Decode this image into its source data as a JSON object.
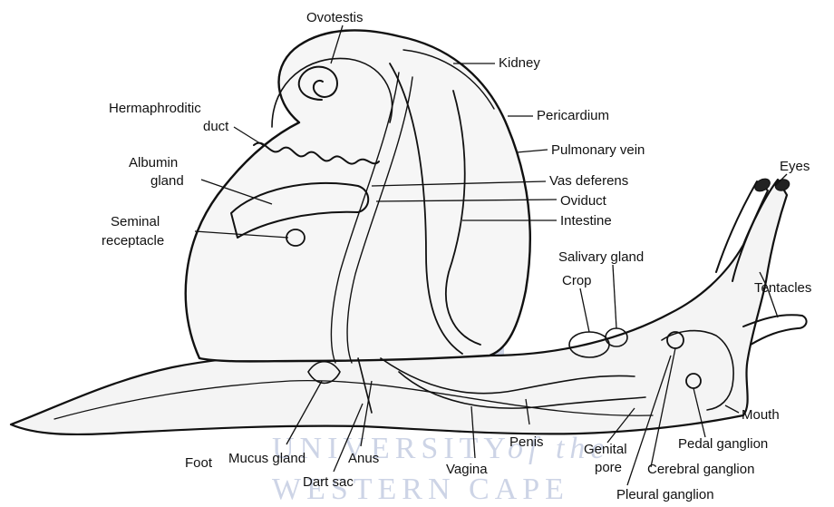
{
  "colors": {
    "ink": "#111111",
    "paper": "#ffffff",
    "watermark": "#1f3f8f"
  },
  "watermark": {
    "line1": "UNIVERSITY",
    "line1_suffix": "of the",
    "line2": "WESTERN CAPE"
  },
  "labels": {
    "ovotestis": "Ovotestis",
    "kidney": "Kidney",
    "hermaphroditic_1": "Hermaphroditic",
    "hermaphroditic_2": "duct",
    "pericardium": "Pericardium",
    "pulmonary_vein": "Pulmonary vein",
    "albumin_1": "Albumin",
    "albumin_2": "gland",
    "eyes": "Eyes",
    "vas_deferens": "Vas deferens",
    "oviduct": "Oviduct",
    "seminal_1": "Seminal",
    "seminal_2": "receptacle",
    "intestine": "Intestine",
    "salivary_gland": "Salivary gland",
    "crop": "Crop",
    "tentacles": "Tentacles",
    "mouth": "Mouth",
    "foot": "Foot",
    "mucus_gland": "Mucus gland",
    "anus": "Anus",
    "penis": "Penis",
    "genital_1": "Genital",
    "genital_2": "pore",
    "pedal_ganglion": "Pedal ganglion",
    "dart_sac": "Dart sac",
    "vagina": "Vagina",
    "cerebral_ganglion": "Cerebral ganglion",
    "pleural_ganglion": "Pleural ganglion"
  }
}
